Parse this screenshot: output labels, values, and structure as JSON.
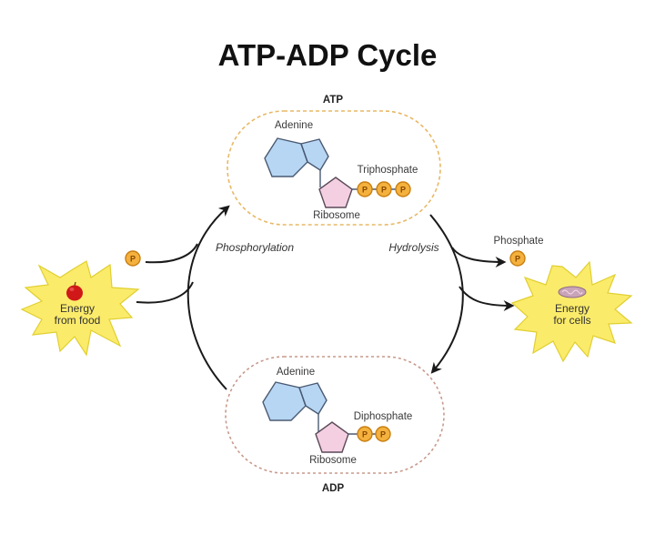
{
  "title": "ATP-ADP Cycle",
  "atp": {
    "label": "ATP",
    "adenine_label": "Adenine",
    "ribose_label": "Ribosome",
    "phosphate_group_label": "Triphosphate",
    "phosphate_count": 3,
    "phosphate_symbol": "P",
    "border_color": "#e8b866"
  },
  "adp": {
    "label": "ADP",
    "adenine_label": "Adenine",
    "ribose_label": "Ribosome",
    "phosphate_group_label": "Diphosphate",
    "phosphate_count": 2,
    "phosphate_symbol": "P",
    "border_color": "#c89a8c"
  },
  "processes": {
    "left": "Phosphorylation",
    "right": "Hydrolysis"
  },
  "left_input": {
    "phosphate_symbol": "P",
    "energy_line1": "Energy",
    "energy_line2": "from food",
    "icon": "apple-icon"
  },
  "right_output": {
    "phosphate_label": "Phosphate",
    "phosphate_symbol": "P",
    "energy_line1": "Energy",
    "energy_line2": "for cells",
    "icon": "mitochondrion-icon"
  },
  "colors": {
    "adenine_fill": "#b7d6f4",
    "adenine_stroke": "#4a5a72",
    "ribose_fill": "#f4cfe2",
    "ribose_stroke": "#5a4a58",
    "phosphate_fill": "#f4b13e",
    "phosphate_stroke": "#c97f10",
    "burst_fill": "#fbeb6a",
    "burst_stroke": "#e0cf30",
    "arrow": "#1a1a1a"
  }
}
